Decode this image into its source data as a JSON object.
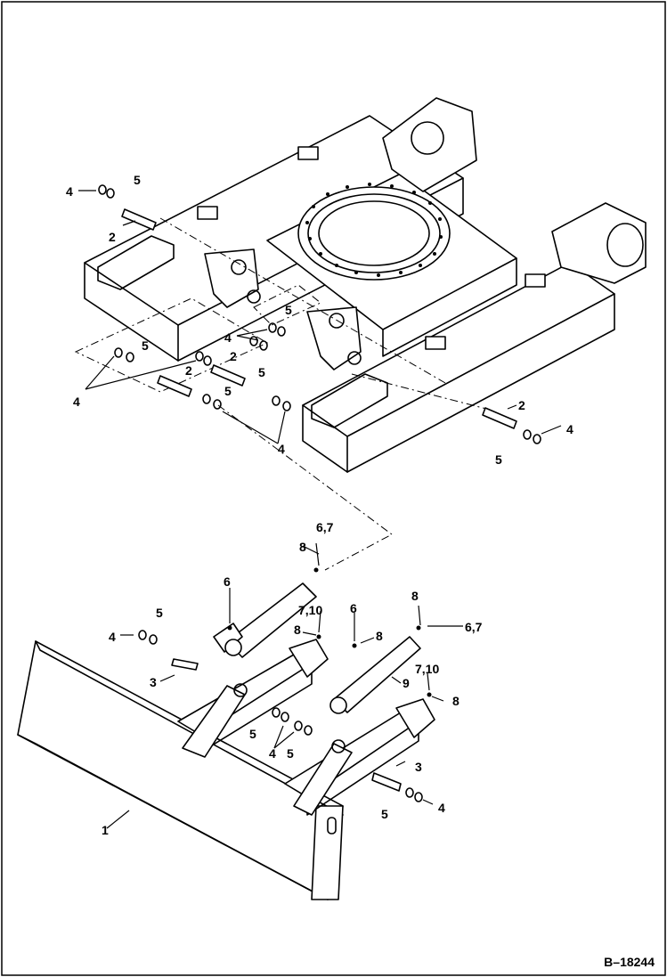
{
  "figure": {
    "number": "B–18244",
    "callouts": [
      {
        "id": "c-blade",
        "text": "1"
      },
      {
        "id": "c-pin-upper-left",
        "text": "2"
      },
      {
        "id": "c-pin-mid-a",
        "text": "2"
      },
      {
        "id": "c-pin-mid-b",
        "text": "2"
      },
      {
        "id": "c-pin-right",
        "text": "2"
      },
      {
        "id": "c-pin-blade-left",
        "text": "3"
      },
      {
        "id": "c-pin-blade-right",
        "text": "3"
      },
      {
        "id": "c-ring-top",
        "text": "4"
      },
      {
        "id": "c-ring-left",
        "text": "4"
      },
      {
        "id": "c-ring-mid",
        "text": "4"
      },
      {
        "id": "c-ring-lower",
        "text": "4"
      },
      {
        "id": "c-ring-right",
        "text": "4"
      },
      {
        "id": "c-ring-blade-left",
        "text": "4"
      },
      {
        "id": "c-ring-blade-mid",
        "text": "4"
      },
      {
        "id": "c-ring-blade-right",
        "text": "4"
      },
      {
        "id": "c-washer-top",
        "text": "5"
      },
      {
        "id": "c-washer-left",
        "text": "5"
      },
      {
        "id": "c-washer-mid-a",
        "text": "5"
      },
      {
        "id": "c-washer-mid-b",
        "text": "5"
      },
      {
        "id": "c-washer-mid-c",
        "text": "5"
      },
      {
        "id": "c-washer-right",
        "text": "5"
      },
      {
        "id": "c-washer-blade-left",
        "text": "5"
      },
      {
        "id": "c-washer-blade-mid-a",
        "text": "5"
      },
      {
        "id": "c-washer-blade-mid-b",
        "text": "5"
      },
      {
        "id": "c-washer-blade-right",
        "text": "5"
      },
      {
        "id": "c-fitting-a",
        "text": "6,7"
      },
      {
        "id": "c-fitting-b",
        "text": "6"
      },
      {
        "id": "c-fitting-c",
        "text": "6"
      },
      {
        "id": "c-fitting-d",
        "text": "6,7"
      },
      {
        "id": "c-fitting-e",
        "text": "7,10"
      },
      {
        "id": "c-fitting-f",
        "text": "7,10"
      },
      {
        "id": "c-grease-a",
        "text": "8"
      },
      {
        "id": "c-grease-b",
        "text": "8"
      },
      {
        "id": "c-grease-c",
        "text": "8"
      },
      {
        "id": "c-grease-d",
        "text": "8"
      },
      {
        "id": "c-grease-e",
        "text": "8"
      },
      {
        "id": "c-cylinder",
        "text": "9"
      }
    ]
  }
}
